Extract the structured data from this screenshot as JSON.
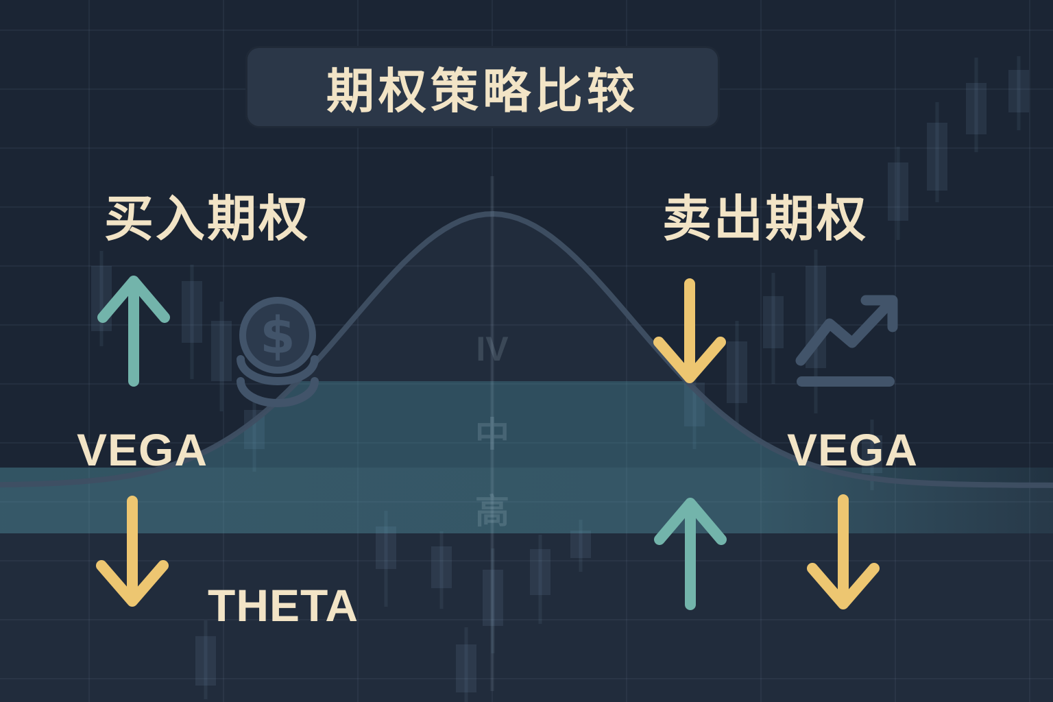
{
  "title_banner": {
    "text": "期权策略比较"
  },
  "left_column": {
    "heading": "买入期权",
    "vega_label": "VEGA",
    "vega_direction": "up",
    "theta_label": "THETA",
    "theta_direction": "down"
  },
  "right_column": {
    "heading": "卖出期权",
    "vega_label": "VEGA",
    "vega_direction": "down",
    "secondary_arrows": [
      "up",
      "down"
    ]
  },
  "curve_labels": {
    "iv": "IV",
    "mid": "中",
    "high": "高"
  },
  "icons": [
    "up-arrow",
    "coins",
    "down-arrow",
    "trend-up"
  ],
  "colors": {
    "background": "#1b2534",
    "banner": "#2b3748",
    "cream": "#f2e4c6",
    "teal": "#73b4ab",
    "yellow": "#edc671",
    "slate": "#42546a",
    "curve_stroke": "#3f4f63",
    "band_mid": "#4ea0b0",
    "band_high": "#5fafbe"
  }
}
